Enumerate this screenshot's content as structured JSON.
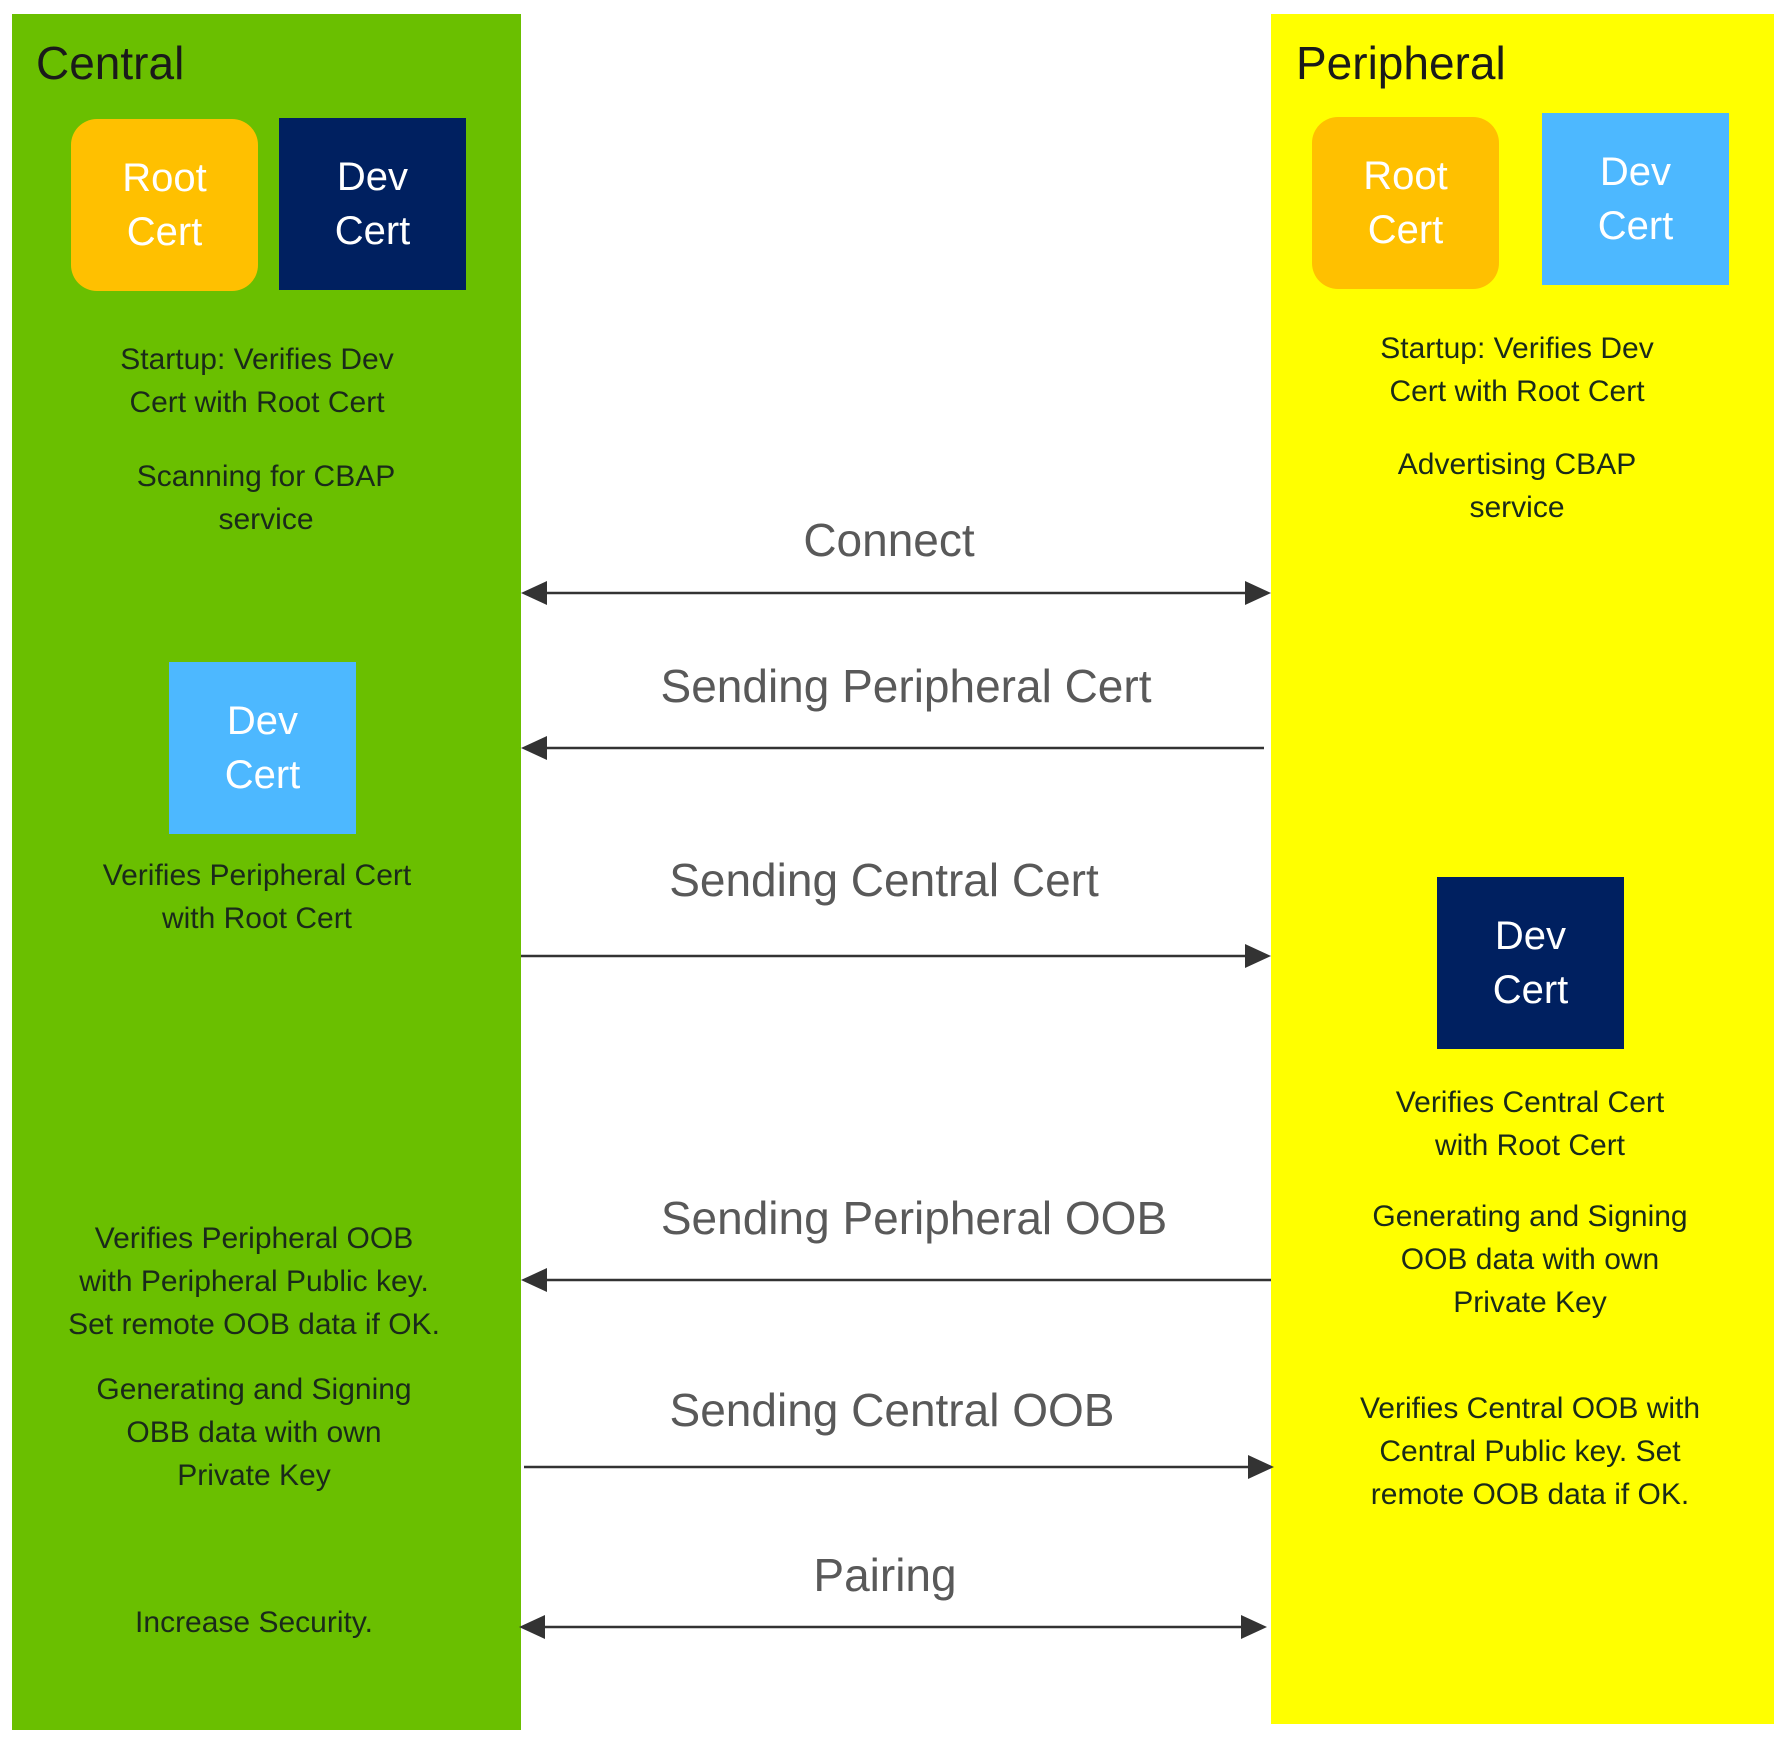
{
  "colors": {
    "central_bg": "#6abf00",
    "peripheral_bg": "#ffff00",
    "root_cert": "#ffc000",
    "dev_cert_dark": "#002060",
    "dev_cert_light": "#4db8ff",
    "arrow": "#333333",
    "message_text": "#595959"
  },
  "central": {
    "title": "Central",
    "root_cert": {
      "line1": "Root",
      "line2": "Cert"
    },
    "dev_cert": {
      "line1": "Dev",
      "line2": "Cert"
    },
    "startup": {
      "line1": "Startup: Verifies Dev",
      "line2": "Cert with Root Cert"
    },
    "scanning": {
      "line1": "Scanning for CBAP",
      "line2": "service"
    },
    "received_cert": {
      "line1": "Dev",
      "line2": "Cert"
    },
    "verify_peripheral_cert": {
      "line1": "Verifies Peripheral Cert",
      "line2": "with Root Cert"
    },
    "verify_peripheral_oob": {
      "line1": "Verifies Peripheral OOB",
      "line2": "with Peripheral Public key.",
      "line3": "Set remote OOB data if OK."
    },
    "generate_oob": {
      "line1": "Generating and Signing",
      "line2": "OBB data with own",
      "line3": "Private Key"
    },
    "increase_security": "Increase Security."
  },
  "peripheral": {
    "title": "Peripheral",
    "root_cert": {
      "line1": "Root",
      "line2": "Cert"
    },
    "dev_cert": {
      "line1": "Dev",
      "line2": "Cert"
    },
    "startup": {
      "line1": "Startup: Verifies Dev",
      "line2": "Cert with Root Cert"
    },
    "advertising": {
      "line1": "Advertising CBAP",
      "line2": "service"
    },
    "received_cert": {
      "line1": "Dev",
      "line2": "Cert"
    },
    "verify_central_cert": {
      "line1": "Verifies Central Cert",
      "line2": "with Root Cert"
    },
    "generate_oob": {
      "line1": "Generating and Signing",
      "line2": "OOB data with own",
      "line3": "Private Key"
    },
    "verify_central_oob": {
      "line1": "Verifies Central OOB with",
      "line2": "Central Public key. Set",
      "line3": "remote OOB data if OK."
    }
  },
  "messages": [
    {
      "label": "Connect",
      "direction": "both"
    },
    {
      "label": "Sending Peripheral Cert",
      "direction": "to-central"
    },
    {
      "label": "Sending Central Cert",
      "direction": "to-peripheral"
    },
    {
      "label": "Sending Peripheral OOB",
      "direction": "to-central"
    },
    {
      "label": "Sending Central OOB",
      "direction": "to-peripheral"
    },
    {
      "label": "Pairing",
      "direction": "both"
    }
  ]
}
